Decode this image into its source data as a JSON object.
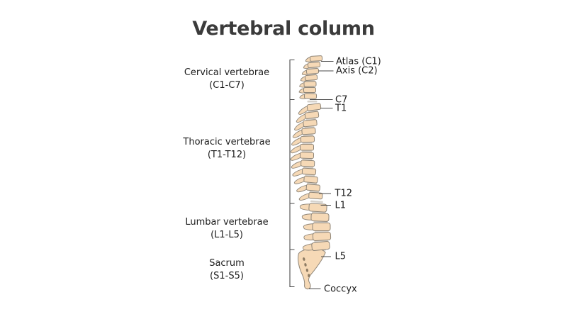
{
  "title": "Vertebral column",
  "sections": [
    {
      "label": "Cervical vertebrae",
      "range": "(C1-C7)"
    },
    {
      "label": "Thoracic vertebrae",
      "range": "(T1-T12)"
    },
    {
      "label": "Lumbar vertebrae",
      "range": "(L1-L5)"
    },
    {
      "label": "Sacrum",
      "range": "(S1-S5)"
    }
  ],
  "annotations": [
    {
      "label": "Atlas (C1)"
    },
    {
      "label": "Axis (C2)"
    },
    {
      "label": "C7"
    },
    {
      "label": "T1"
    },
    {
      "label": "T12"
    },
    {
      "label": "L1"
    },
    {
      "label": "L5"
    },
    {
      "label": "Coccyx"
    }
  ],
  "figure": {
    "name": "lateral view of human vertebral column"
  },
  "colors": {
    "bone": "#f6d9b6",
    "bone_outline": "#8f8679",
    "disc": "#d6d2cc",
    "foramen": "#8d7b63",
    "line": "#4a4a4a",
    "text": "#1c1c1c",
    "title": "#3b3b3b",
    "background": "#ffffff"
  }
}
